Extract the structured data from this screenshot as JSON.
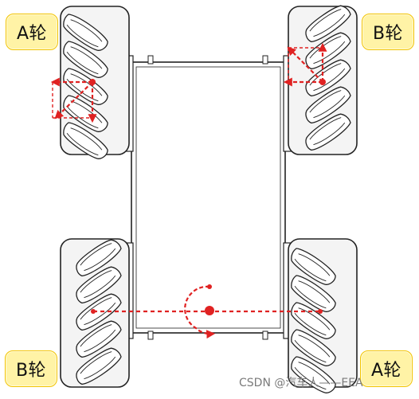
{
  "wheels": {
    "front_left": {
      "label": "A轮"
    },
    "front_right": {
      "label": "B轮"
    },
    "rear_left": {
      "label": "B轮"
    },
    "rear_right": {
      "label": "A轮"
    }
  },
  "colors": {
    "arrow": "#e02222",
    "label_fill": "#fff3a6",
    "label_border": "#f2c400",
    "outline": "#222222"
  },
  "watermark": "CSDN @汽车人——EEA"
}
